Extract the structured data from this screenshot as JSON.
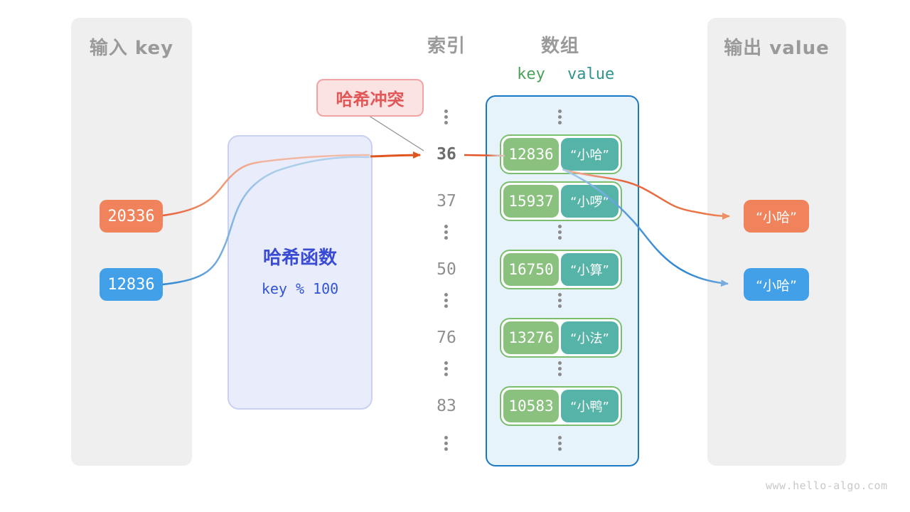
{
  "input_panel": {
    "title": "输入 key",
    "keys": [
      {
        "value": "20336",
        "color": "#f0835b"
      },
      {
        "value": "12836",
        "color": "#42a0e8"
      }
    ]
  },
  "hash_box": {
    "title": "哈希函数",
    "formula": "key % 100"
  },
  "collision_label": "哈希冲突",
  "index_column": {
    "header": "索引",
    "items": [
      "36",
      "37",
      "50",
      "76",
      "83"
    ],
    "highlighted": "36"
  },
  "array_panel": {
    "header": "数组",
    "key_label": "key",
    "value_label": "value",
    "pairs": [
      {
        "key": "12836",
        "value": "“小哈”"
      },
      {
        "key": "15937",
        "value": "“小啰”"
      },
      {
        "key": "16750",
        "value": "“小算”"
      },
      {
        "key": "13276",
        "value": "“小法”"
      },
      {
        "key": "10583",
        "value": "“小鸭”"
      }
    ]
  },
  "output_panel": {
    "title": "输出 value",
    "values": [
      {
        "text": "“小哈”",
        "color": "#f0835b"
      },
      {
        "text": "“小哈”",
        "color": "#42a0e8"
      }
    ]
  },
  "watermark": "www.hello-algo.com",
  "colors": {
    "orange_accent": "#e8643c",
    "blue_accent": "#2e86d1",
    "green_key_box": "#8bc17e",
    "teal_value_box": "#56b3a8",
    "array_border": "#1b78c5",
    "array_fill": "#e7f3fb",
    "hash_box_fill": "#e9edfb",
    "hash_box_border": "#c9d0f0",
    "hash_text": "#3a4bd4",
    "collision_fill": "#fbe3e3",
    "collision_border": "#f2a3a3",
    "collision_text": "#e25757",
    "panel_gray": "#efefef",
    "muted_text": "#9a9a9a"
  }
}
